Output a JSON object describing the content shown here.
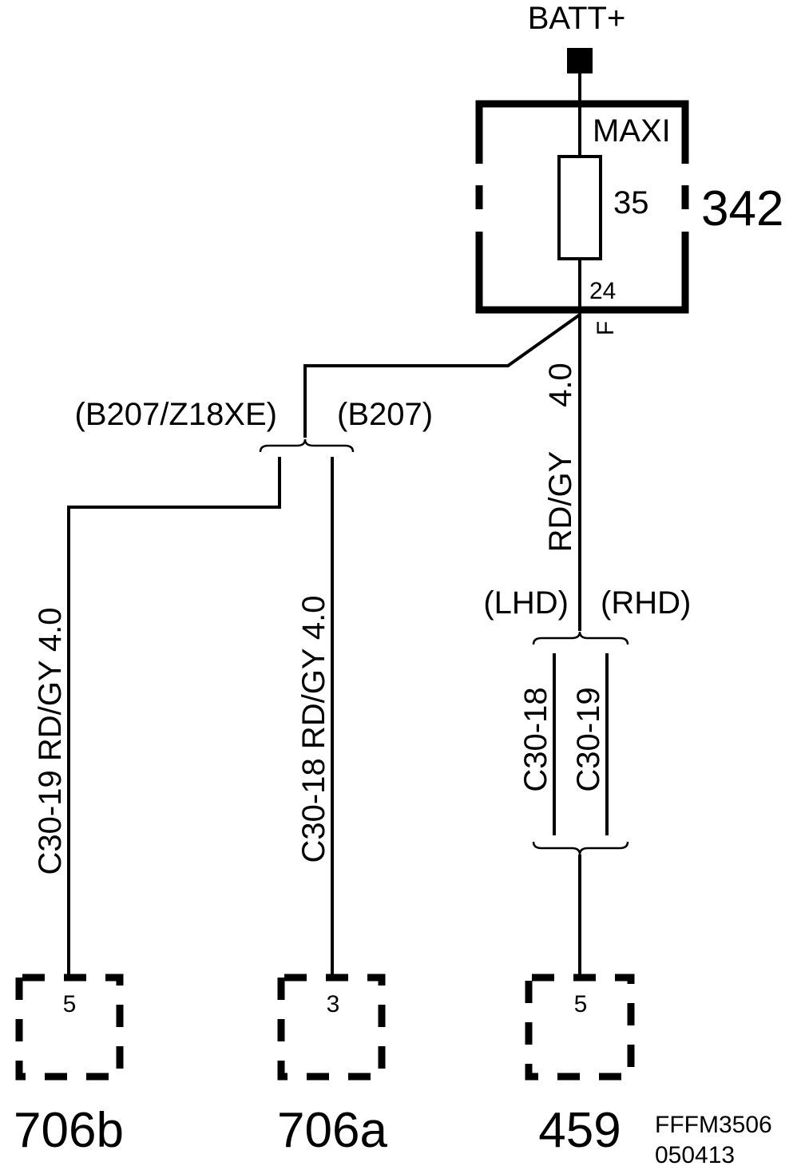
{
  "supply": {
    "label": "BATT+"
  },
  "fuse": {
    "type_label": "MAXI",
    "rating": "35",
    "component_id": "342",
    "terminal": "24",
    "terminal_side": "F"
  },
  "main_wire": {
    "size": "4.0",
    "color": "RD/GY"
  },
  "split_top": {
    "left_label": "(B207/Z18XE)",
    "right_label": "(B207)"
  },
  "split_right": {
    "left_label": "(LHD)",
    "right_label": "(RHD)"
  },
  "branches": [
    {
      "wire_label": "C30-19 RD/GY 4.0",
      "pin": "5",
      "component": "706b"
    },
    {
      "wire_label": "C30-18 RD/GY 4.0",
      "pin": "3",
      "component": "706a"
    },
    {
      "wire_label_a": "C30-18",
      "wire_label_b": "C30-19",
      "pin": "5",
      "component": "459"
    }
  ],
  "figure_ref": {
    "code": "FFFM3506",
    "date": "050413"
  }
}
